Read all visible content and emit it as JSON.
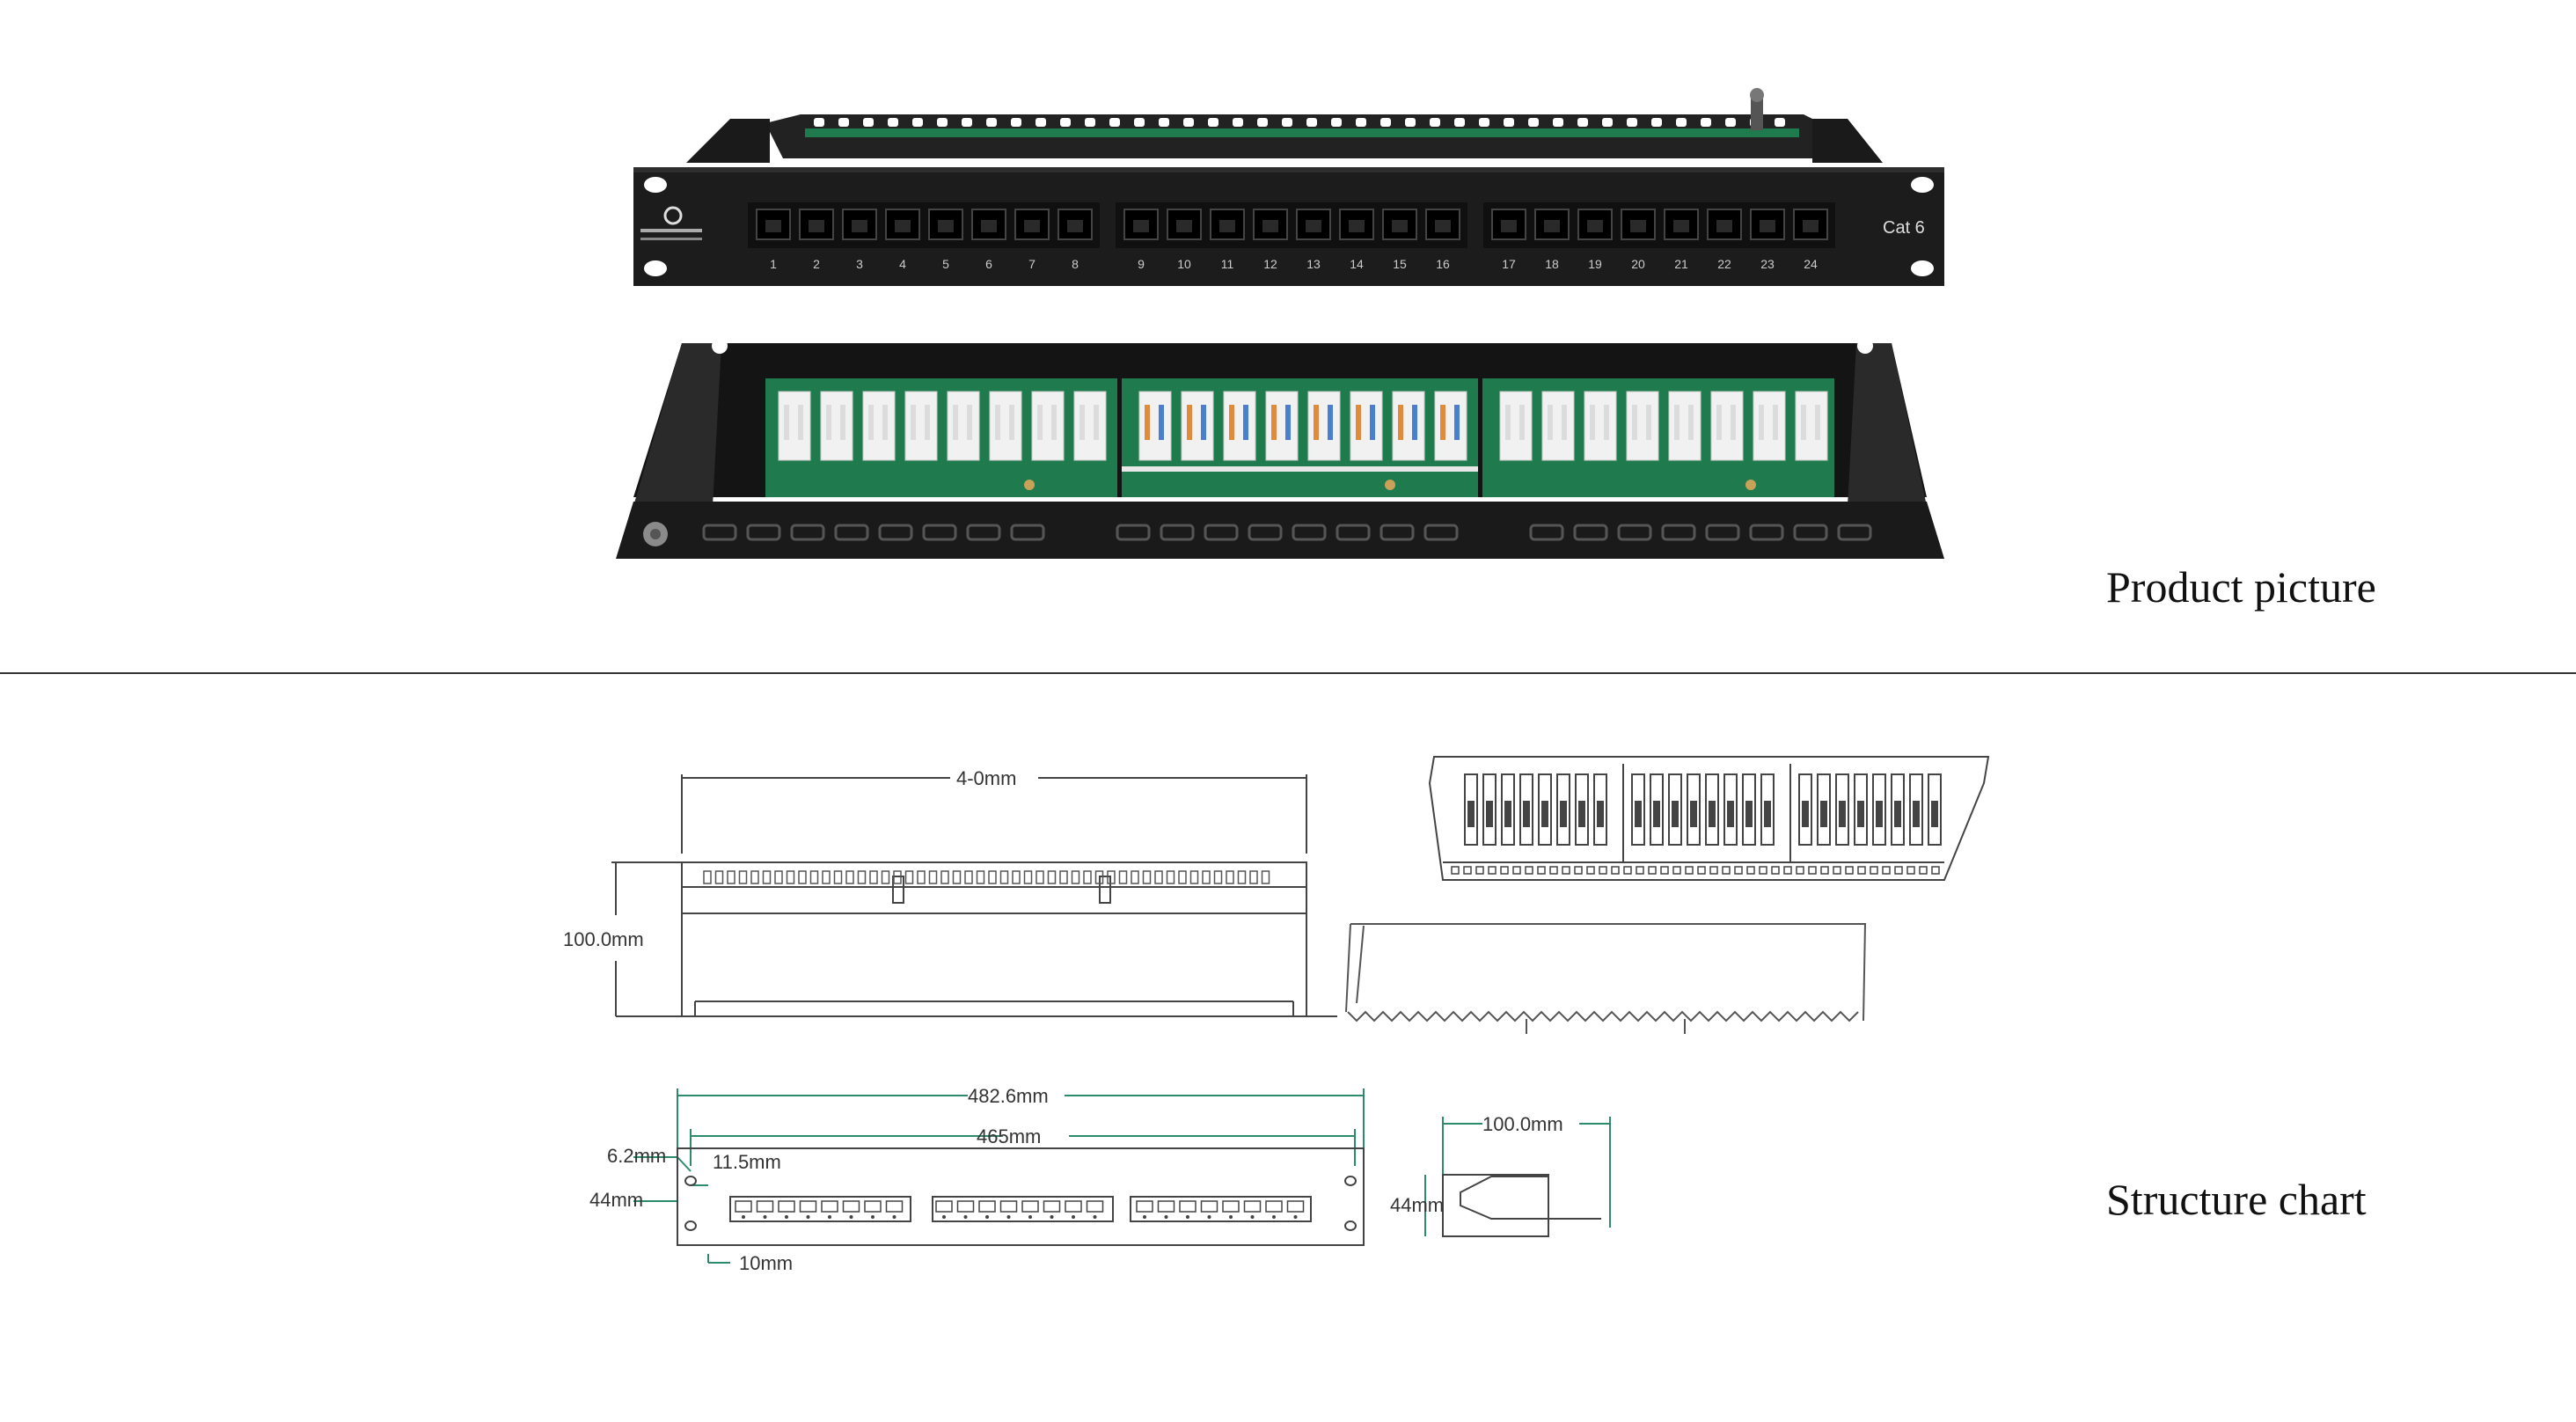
{
  "top_section": {
    "label": "Product picture",
    "front_panel": {
      "category_label": "Cat 6",
      "port_numbers": [
        "1",
        "2",
        "3",
        "4",
        "5",
        "6",
        "7",
        "8",
        "9",
        "10",
        "11",
        "12",
        "13",
        "14",
        "15",
        "16",
        "17",
        "18",
        "19",
        "20",
        "21",
        "22",
        "23",
        "24"
      ]
    }
  },
  "bottom_section": {
    "label": "Structure chart",
    "dimensions": {
      "top_width": "4-0mm",
      "height": "100.0mm",
      "overall_width": "482.6mm",
      "inner_width": "465mm",
      "side_depth": "100.0mm",
      "edge_offset": "6.2mm",
      "hole_offset": "11.5mm",
      "panel_height": "44mm",
      "side_height": "44mm",
      "port_spacing": "10mm"
    }
  },
  "colors": {
    "panel_black": "#1c1c1c",
    "pcb_green": "#1f7a4d",
    "drawing_line": "#444444",
    "dimension_line": "#2d8a6a"
  }
}
